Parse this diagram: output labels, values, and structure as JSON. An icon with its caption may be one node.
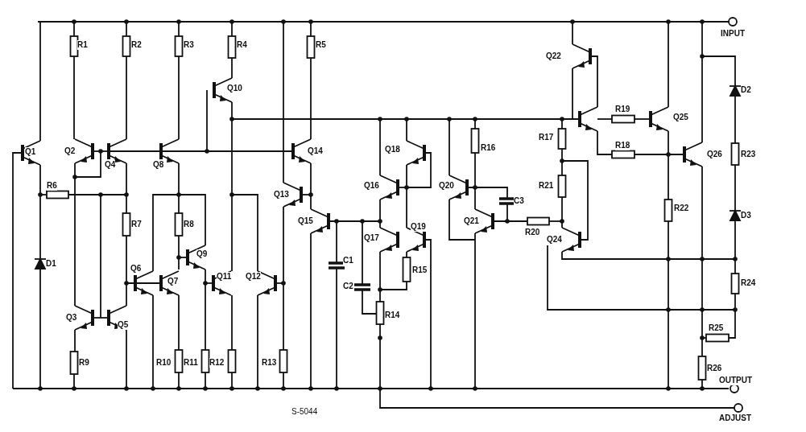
{
  "diagram": {
    "caption": "S-5044",
    "labels": [
      "R1",
      "R2",
      "R3",
      "R4",
      "R5",
      "INPUT",
      "Q22",
      "Q10",
      "D2",
      "R19",
      "Q25",
      "Q1",
      "Q2",
      "Q4",
      "Q8",
      "Q14",
      "Q18",
      "R16",
      "R17",
      "R18",
      "Q26",
      "R23",
      "R6",
      "Q13",
      "Q16",
      "Q20",
      "C3",
      "R21",
      "R22",
      "D3",
      "R7",
      "R8",
      "Q15",
      "Q19",
      "Q21",
      "R20",
      "Q17",
      "Q24",
      "Q9",
      "D1",
      "Q6",
      "C1",
      "R15",
      "Q7",
      "Q11",
      "Q12",
      "C2",
      "R24",
      "Q3",
      "Q5",
      "R14",
      "R25",
      "R9",
      "R10",
      "R11",
      "R12",
      "R13",
      "R26",
      "OUTPUT",
      "ADJUST"
    ]
  }
}
